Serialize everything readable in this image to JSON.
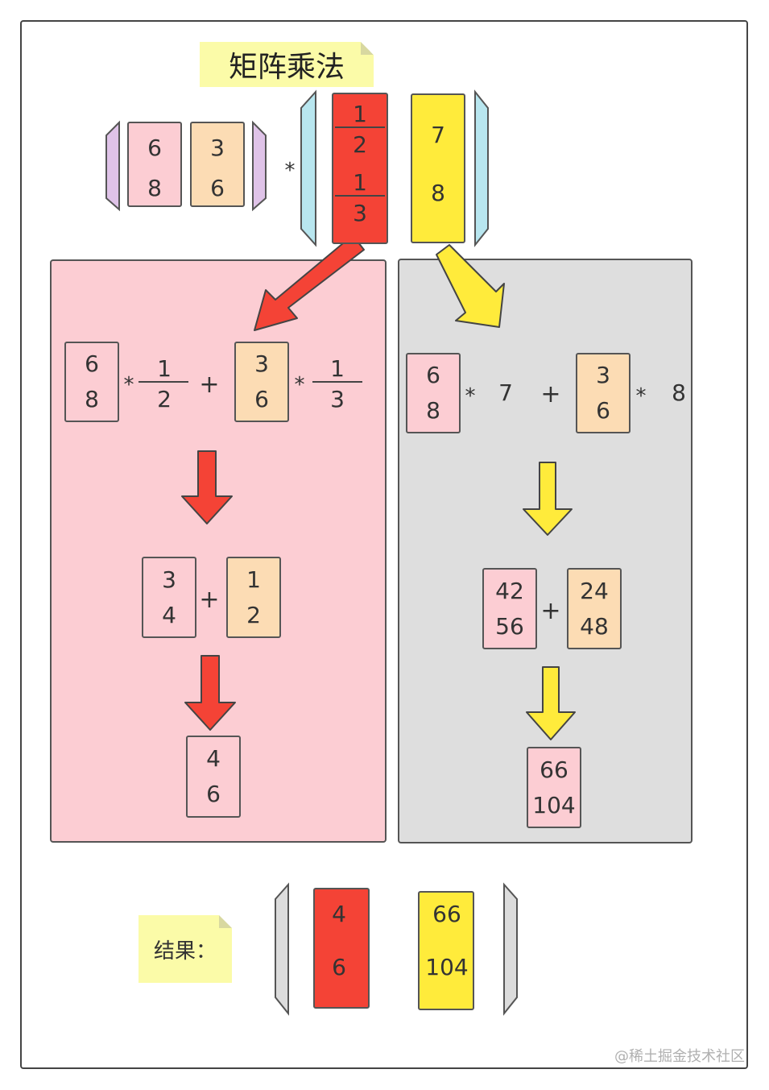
{
  "title": "矩阵乘法",
  "result_label": "结果：",
  "watermark": "@稀土掘金技术社区",
  "left_matrix": {
    "col1": [
      "6",
      "8"
    ],
    "col2": [
      "3",
      "6"
    ]
  },
  "multiply_sign": "*",
  "right_matrix": {
    "col1": {
      "top": {
        "num": "1",
        "den": "2"
      },
      "bottom": {
        "num": "1",
        "den": "3"
      }
    },
    "col2": [
      "7",
      "8"
    ]
  },
  "left_panel": {
    "step1": {
      "vec_a": [
        "6",
        "8"
      ],
      "frac_a": {
        "num": "1",
        "den": "2"
      },
      "plus": "+",
      "vec_b": [
        "3",
        "6"
      ],
      "frac_b": {
        "num": "1",
        "den": "3"
      }
    },
    "step2": {
      "vec_a": [
        "3",
        "4"
      ],
      "plus": "+",
      "vec_b": [
        "1",
        "2"
      ]
    },
    "step3": [
      "4",
      "6"
    ]
  },
  "right_panel": {
    "step1": {
      "vec_a": [
        "6",
        "8"
      ],
      "scalar_a": "7",
      "plus": "+",
      "vec_b": [
        "3",
        "6"
      ],
      "scalar_b": "8"
    },
    "step2": {
      "vec_a": [
        "42",
        "56"
      ],
      "plus": "+",
      "vec_b": [
        "24",
        "48"
      ]
    },
    "step3": [
      "66",
      "104"
    ]
  },
  "result_matrix": {
    "col1": [
      "4",
      "6"
    ],
    "col2": [
      "66",
      "104"
    ]
  },
  "colors": {
    "red": "#f44336",
    "yellow": "#ffeb3b",
    "pink": "#fccdd3",
    "peach": "#fcdcb4",
    "purple_bracket": "#dfc3e8",
    "cyan_bracket": "#b8e6ef",
    "grey_bracket": "#dcdcdc",
    "note": "#fbfba8",
    "left_panel_bg": "#fccdd3",
    "right_panel_bg": "#dedede"
  }
}
